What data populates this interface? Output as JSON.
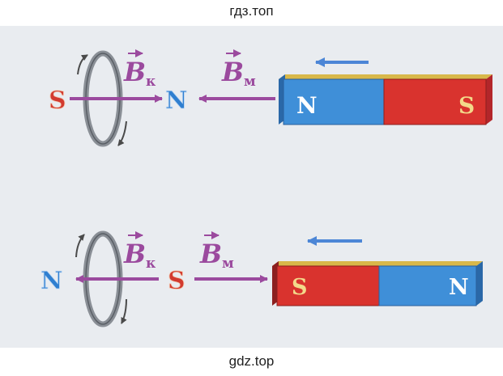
{
  "watermarks": {
    "top": "гдз.топ",
    "bottom": "gdz.top"
  },
  "colors": {
    "background": "#e9ecf0",
    "magnet_blue": "#3f8fd8",
    "magnet_red": "#d9332e",
    "arrow_purple": "#9b4a9e",
    "pole_blue": "#2f7fd0",
    "pole_red": "#d23a2f",
    "motion_arrow": "#4c86d6",
    "ring": "#8a8f96"
  },
  "top_diagram": {
    "left_pole": "S",
    "right_pole": "N",
    "field_coil_label": {
      "symbol": "B",
      "subscript": "к"
    },
    "field_magnet_label": {
      "symbol": "B",
      "subscript": "м"
    },
    "magnet": {
      "left_pole": "N",
      "right_pole": "S"
    }
  },
  "bottom_diagram": {
    "left_pole": "N",
    "right_pole": "S",
    "field_coil_label": {
      "symbol": "B",
      "subscript": "к"
    },
    "field_magnet_label": {
      "symbol": "B",
      "subscript": "м"
    },
    "magnet": {
      "left_pole": "S",
      "right_pole": "N"
    }
  }
}
